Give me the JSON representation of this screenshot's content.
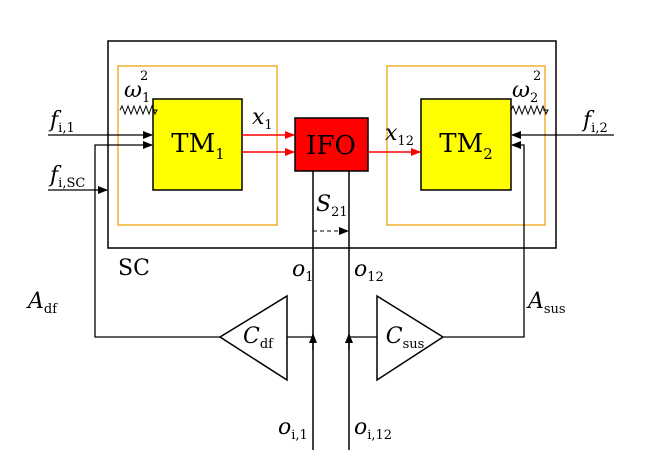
{
  "blocks": {
    "tm1": {
      "main": "TM",
      "sub": "1"
    },
    "tm2": {
      "main": "TM",
      "sub": "2"
    },
    "ifo": {
      "main": "IFO"
    },
    "cdf": {
      "main": "C",
      "sub": "df"
    },
    "csus": {
      "main": "C",
      "sub": "sus"
    }
  },
  "labels": {
    "omega1": {
      "main": "ω",
      "sub": "1",
      "sup": "2"
    },
    "omega2": {
      "main": "ω",
      "sub": "2",
      "sup": "2"
    },
    "f_i1": {
      "main": "f",
      "sub": "i,1"
    },
    "f_i2": {
      "main": "f",
      "sub": "i,2"
    },
    "f_isc": {
      "main": "f",
      "sub": "i,SC"
    },
    "x1": {
      "main": "x",
      "sub": "1"
    },
    "x12": {
      "main": "x",
      "sub": "12"
    },
    "s21": {
      "main": "S",
      "sub": "21"
    },
    "sc": {
      "main": "SC"
    },
    "o1": {
      "main": "o",
      "sub": "1"
    },
    "o12": {
      "main": "o",
      "sub": "12"
    },
    "oi1": {
      "main": "o",
      "sub": "i,1"
    },
    "oi12": {
      "main": "o",
      "sub": "i,12"
    },
    "adf": {
      "main": "A",
      "sub": "df"
    },
    "asus": {
      "main": "A",
      "sub": "sus"
    }
  },
  "colors": {
    "tm_fill": "#ffff00",
    "ifo_fill": "#ff0000",
    "inner_frame": "#f0b030",
    "signal_arrow": "#ff0000",
    "line": "#000000"
  }
}
